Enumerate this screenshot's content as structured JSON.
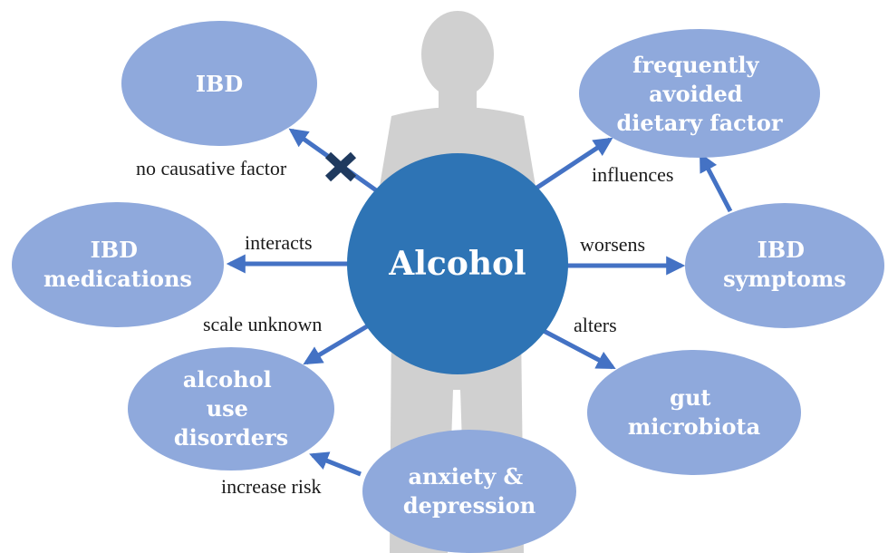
{
  "center": {
    "label": "Alcohol"
  },
  "nodes": {
    "ibd": {
      "lines": [
        "IBD"
      ]
    },
    "dietary_factor": {
      "lines": [
        "frequently",
        "avoided",
        "dietary factor"
      ]
    },
    "medications": {
      "lines": [
        "IBD",
        "medications"
      ]
    },
    "symptoms": {
      "lines": [
        "IBD",
        "symptoms"
      ]
    },
    "use_disorders": {
      "lines": [
        "alcohol",
        "use",
        "disorders"
      ]
    },
    "microbiota": {
      "lines": [
        "gut",
        "microbiota"
      ]
    },
    "anxiety": {
      "lines": [
        "anxiety &",
        "depression"
      ]
    }
  },
  "edges": {
    "no_causative": "no causative factor",
    "influences": "influences",
    "interacts": "interacts",
    "worsens": "worsens",
    "scale_unknown": "scale unknown",
    "alters": "alters",
    "increase_risk": "increase risk"
  },
  "colors": {
    "node_fill": "#8fa9dc",
    "center_fill": "#2e74b5",
    "arrow": "#4472c4",
    "cross": "#1f3a5f",
    "silhouette": "#d0d0d0"
  }
}
